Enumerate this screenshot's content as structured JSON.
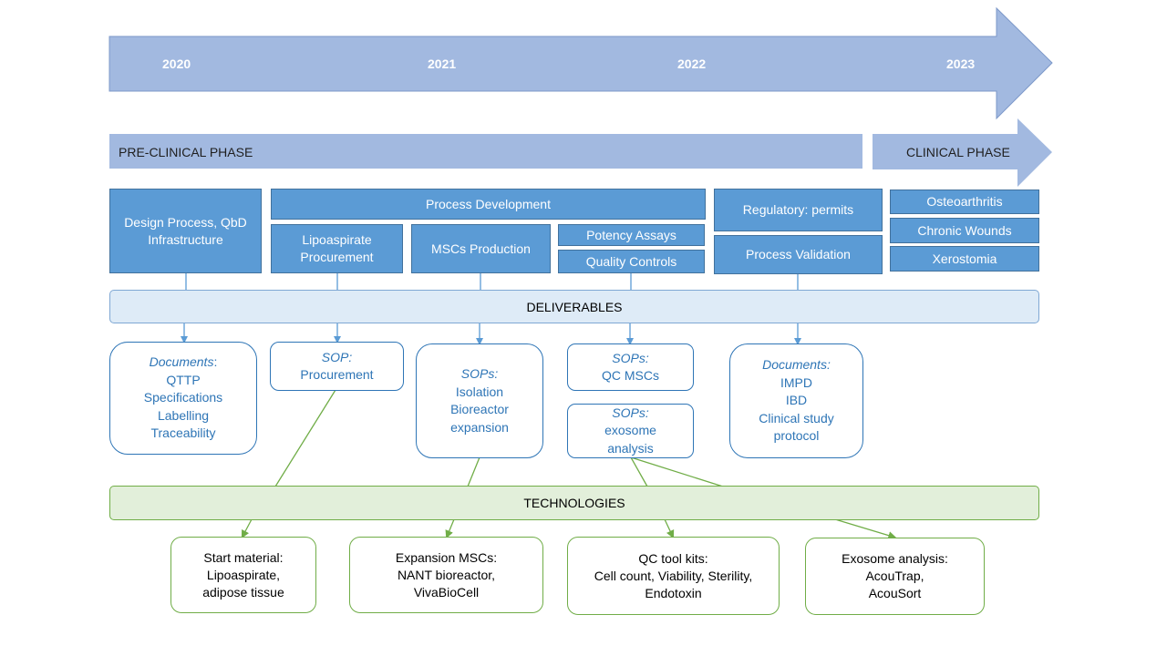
{
  "timeline": {
    "years": [
      "2020",
      "2021",
      "2022",
      "2023"
    ]
  },
  "phases": {
    "preclinical": "PRE-CLINICAL PHASE",
    "clinical": "CLINICAL PHASE"
  },
  "work": {
    "design": {
      "line1": "Design Process, QbD",
      "line2": "Infrastructure"
    },
    "process_development": "Process Development",
    "lipoaspirate": {
      "line1": "Lipoaspirate",
      "line2": "Procurement"
    },
    "mscs_production": "MSCs Production",
    "potency_assays": "Potency Assays",
    "quality_controls": "Quality Controls",
    "regulatory": "Regulatory: permits",
    "process_validation": "Process Validation",
    "clinical": [
      "Osteoarthritis",
      "Chronic Wounds",
      "Xerostomia"
    ]
  },
  "deliverables_label": "DELIVERABLES",
  "deliverables": {
    "documents1": {
      "head": "Documents",
      "colon": ":",
      "items": [
        "QTTP",
        "Specifications",
        "Labelling",
        "Traceability"
      ]
    },
    "sop_procurement": {
      "head": "SOP:",
      "items": [
        "Procurement"
      ]
    },
    "sops_isolation": {
      "head": "SOPs:",
      "items": [
        "Isolation",
        "Bioreactor",
        "expansion"
      ]
    },
    "sops_qc": {
      "head": "SOPs:",
      "items": [
        "QC MSCs"
      ]
    },
    "sops_exosome": {
      "head": "SOPs:",
      "items": [
        "exosome",
        "analysis"
      ]
    },
    "documents2": {
      "head": "Documents:",
      "items": [
        "IMPD",
        "IBD",
        "Clinical study",
        "protocol"
      ]
    }
  },
  "technologies_label": "TECHNOLOGIES",
  "technologies": [
    {
      "lines": [
        "Start material:",
        "Lipoaspirate,",
        "adipose tissue"
      ]
    },
    {
      "lines": [
        "Expansion MSCs:",
        "NANT bioreactor,",
        "VivaBioCell"
      ]
    },
    {
      "lines": [
        "QC tool kits:",
        "Cell count, Viability, Sterility,",
        "Endotoxin"
      ]
    },
    {
      "lines": [
        "Exosome analysis:",
        "AcouTrap,",
        "AcouSort"
      ]
    }
  ],
  "colors": {
    "timeline_arrow": "#a2b9e0",
    "work_box": "#5b9bd5",
    "deliverables_bar": "#deebf7",
    "technologies_bar": "#e2efda",
    "connector_blue": "#5b9bd5",
    "connector_green": "#70ad47"
  }
}
